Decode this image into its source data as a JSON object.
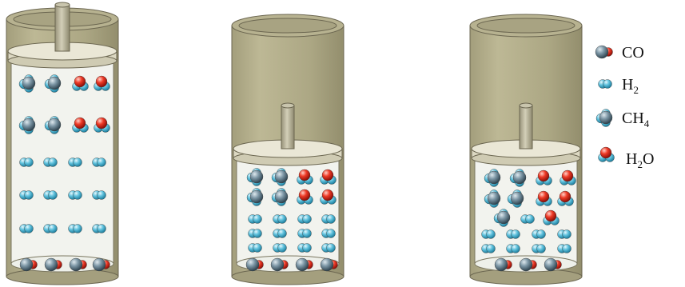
{
  "legend": [
    {
      "key": "co",
      "label": "CO",
      "sub": "",
      "icon": "co-molecule-icon"
    },
    {
      "key": "h2",
      "label": "H",
      "sub": "2",
      "icon": "h2-molecule-icon"
    },
    {
      "key": "ch4",
      "label": "CH",
      "sub": "4",
      "icon": "ch4-molecule-icon"
    },
    {
      "key": "h2o",
      "label": "H",
      "sub": "2",
      "suffix": "O",
      "icon": "h2o-molecule-icon"
    }
  ],
  "colors": {
    "cylinder": "#b2ad8a",
    "cylinder_dark": "#9b9674",
    "piston": "#e8e5d3",
    "piston_rod": "#b8b396",
    "glass": "#f3f4ef",
    "carbon": "#6f8a99",
    "oxygen": "#e3261e",
    "hydrogen": "#5ec0dc",
    "outline": "#6b6650"
  },
  "containers": [
    {
      "id": "left",
      "piston_state": "high",
      "contents": {
        "co": 4,
        "h2": 12,
        "ch4": 4,
        "h2o": 4
      }
    },
    {
      "id": "middle",
      "piston_state": "low",
      "contents": {
        "co": 4,
        "h2": 12,
        "ch4": 4,
        "h2o": 4
      }
    },
    {
      "id": "right",
      "piston_state": "low",
      "contents": {
        "co": 3,
        "h2": 9,
        "ch4": 5,
        "h2o": 5
      }
    }
  ]
}
